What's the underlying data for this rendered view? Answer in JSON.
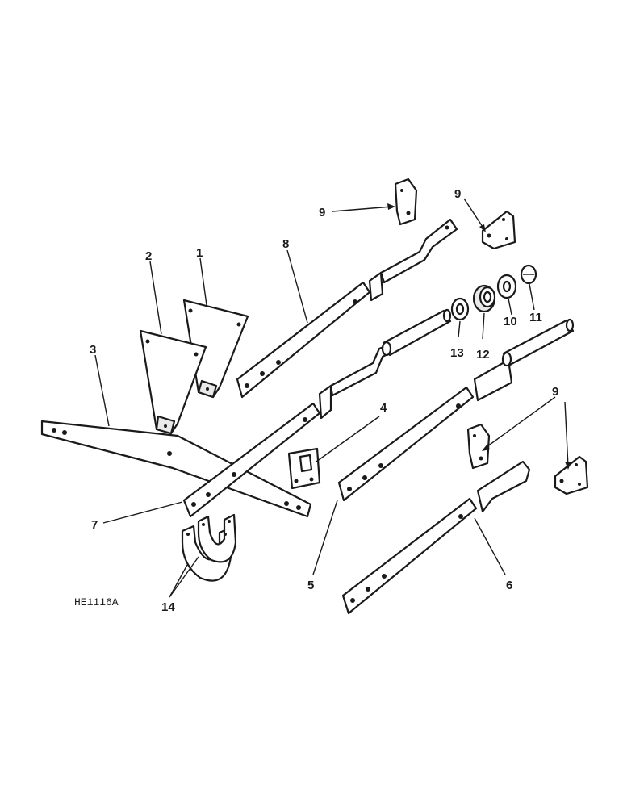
{
  "figure_code": "HE1116A",
  "callouts": [
    "1",
    "2",
    "3",
    "4",
    "5",
    "6",
    "7",
    "8",
    "9",
    "9",
    "9",
    "9",
    "10",
    "11",
    "12",
    "13",
    "14"
  ]
}
